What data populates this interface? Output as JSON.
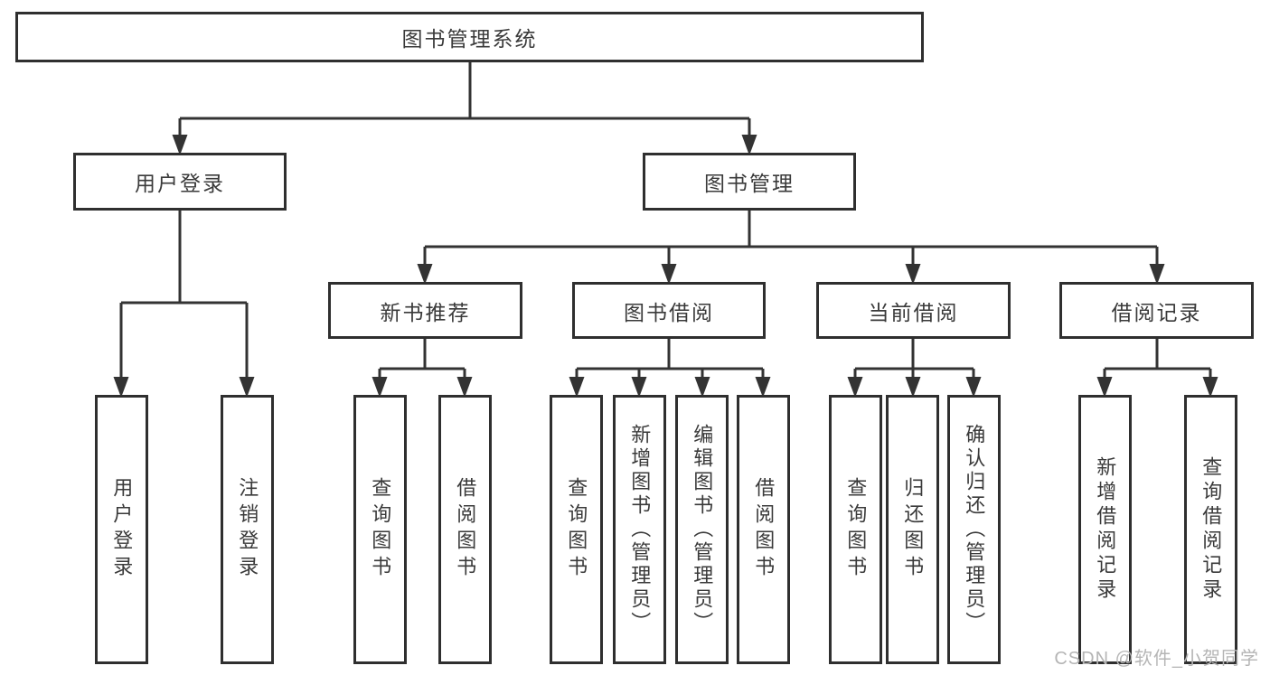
{
  "canvas": {
    "background": "#ffffff",
    "line_color": "#333333",
    "box_border_color": "#2f2f2f",
    "text_color": "#3a3a3a",
    "watermark_color": "#b5b5b5"
  },
  "nodes": {
    "root": {
      "label": "图书管理系统"
    },
    "user_login": {
      "label": "用户登录"
    },
    "book_management": {
      "label": "图书管理"
    },
    "new_book_recommend": {
      "label": "新书推荐"
    },
    "book_borrowing": {
      "label": "图书借阅"
    },
    "current_borrowing": {
      "label": "当前借阅"
    },
    "borrowing_records": {
      "label": "借阅记录"
    },
    "login_user_login": {
      "label": "用户登录"
    },
    "login_logout": {
      "label": "注销登录"
    },
    "nb_query_books": {
      "label": "查询图书"
    },
    "nb_borrow_books": {
      "label": "借阅图书"
    },
    "bb_query_books": {
      "label": "查询图书"
    },
    "bb_add_books": {
      "label": "新增图书（管理员）"
    },
    "bb_edit_books": {
      "label": "编辑图书（管理员）"
    },
    "bb_borrow_books": {
      "label": "借阅图书"
    },
    "cb_query_books": {
      "label": "查询图书"
    },
    "cb_return_books": {
      "label": "归还图书"
    },
    "cb_confirm_return": {
      "label": "确认归还（管理员）"
    },
    "br_add_record": {
      "label": "新增借阅记录"
    },
    "br_query_record": {
      "label": "查询借阅记录"
    }
  },
  "watermark": {
    "text": "CSDN @软件_小贺同学"
  }
}
